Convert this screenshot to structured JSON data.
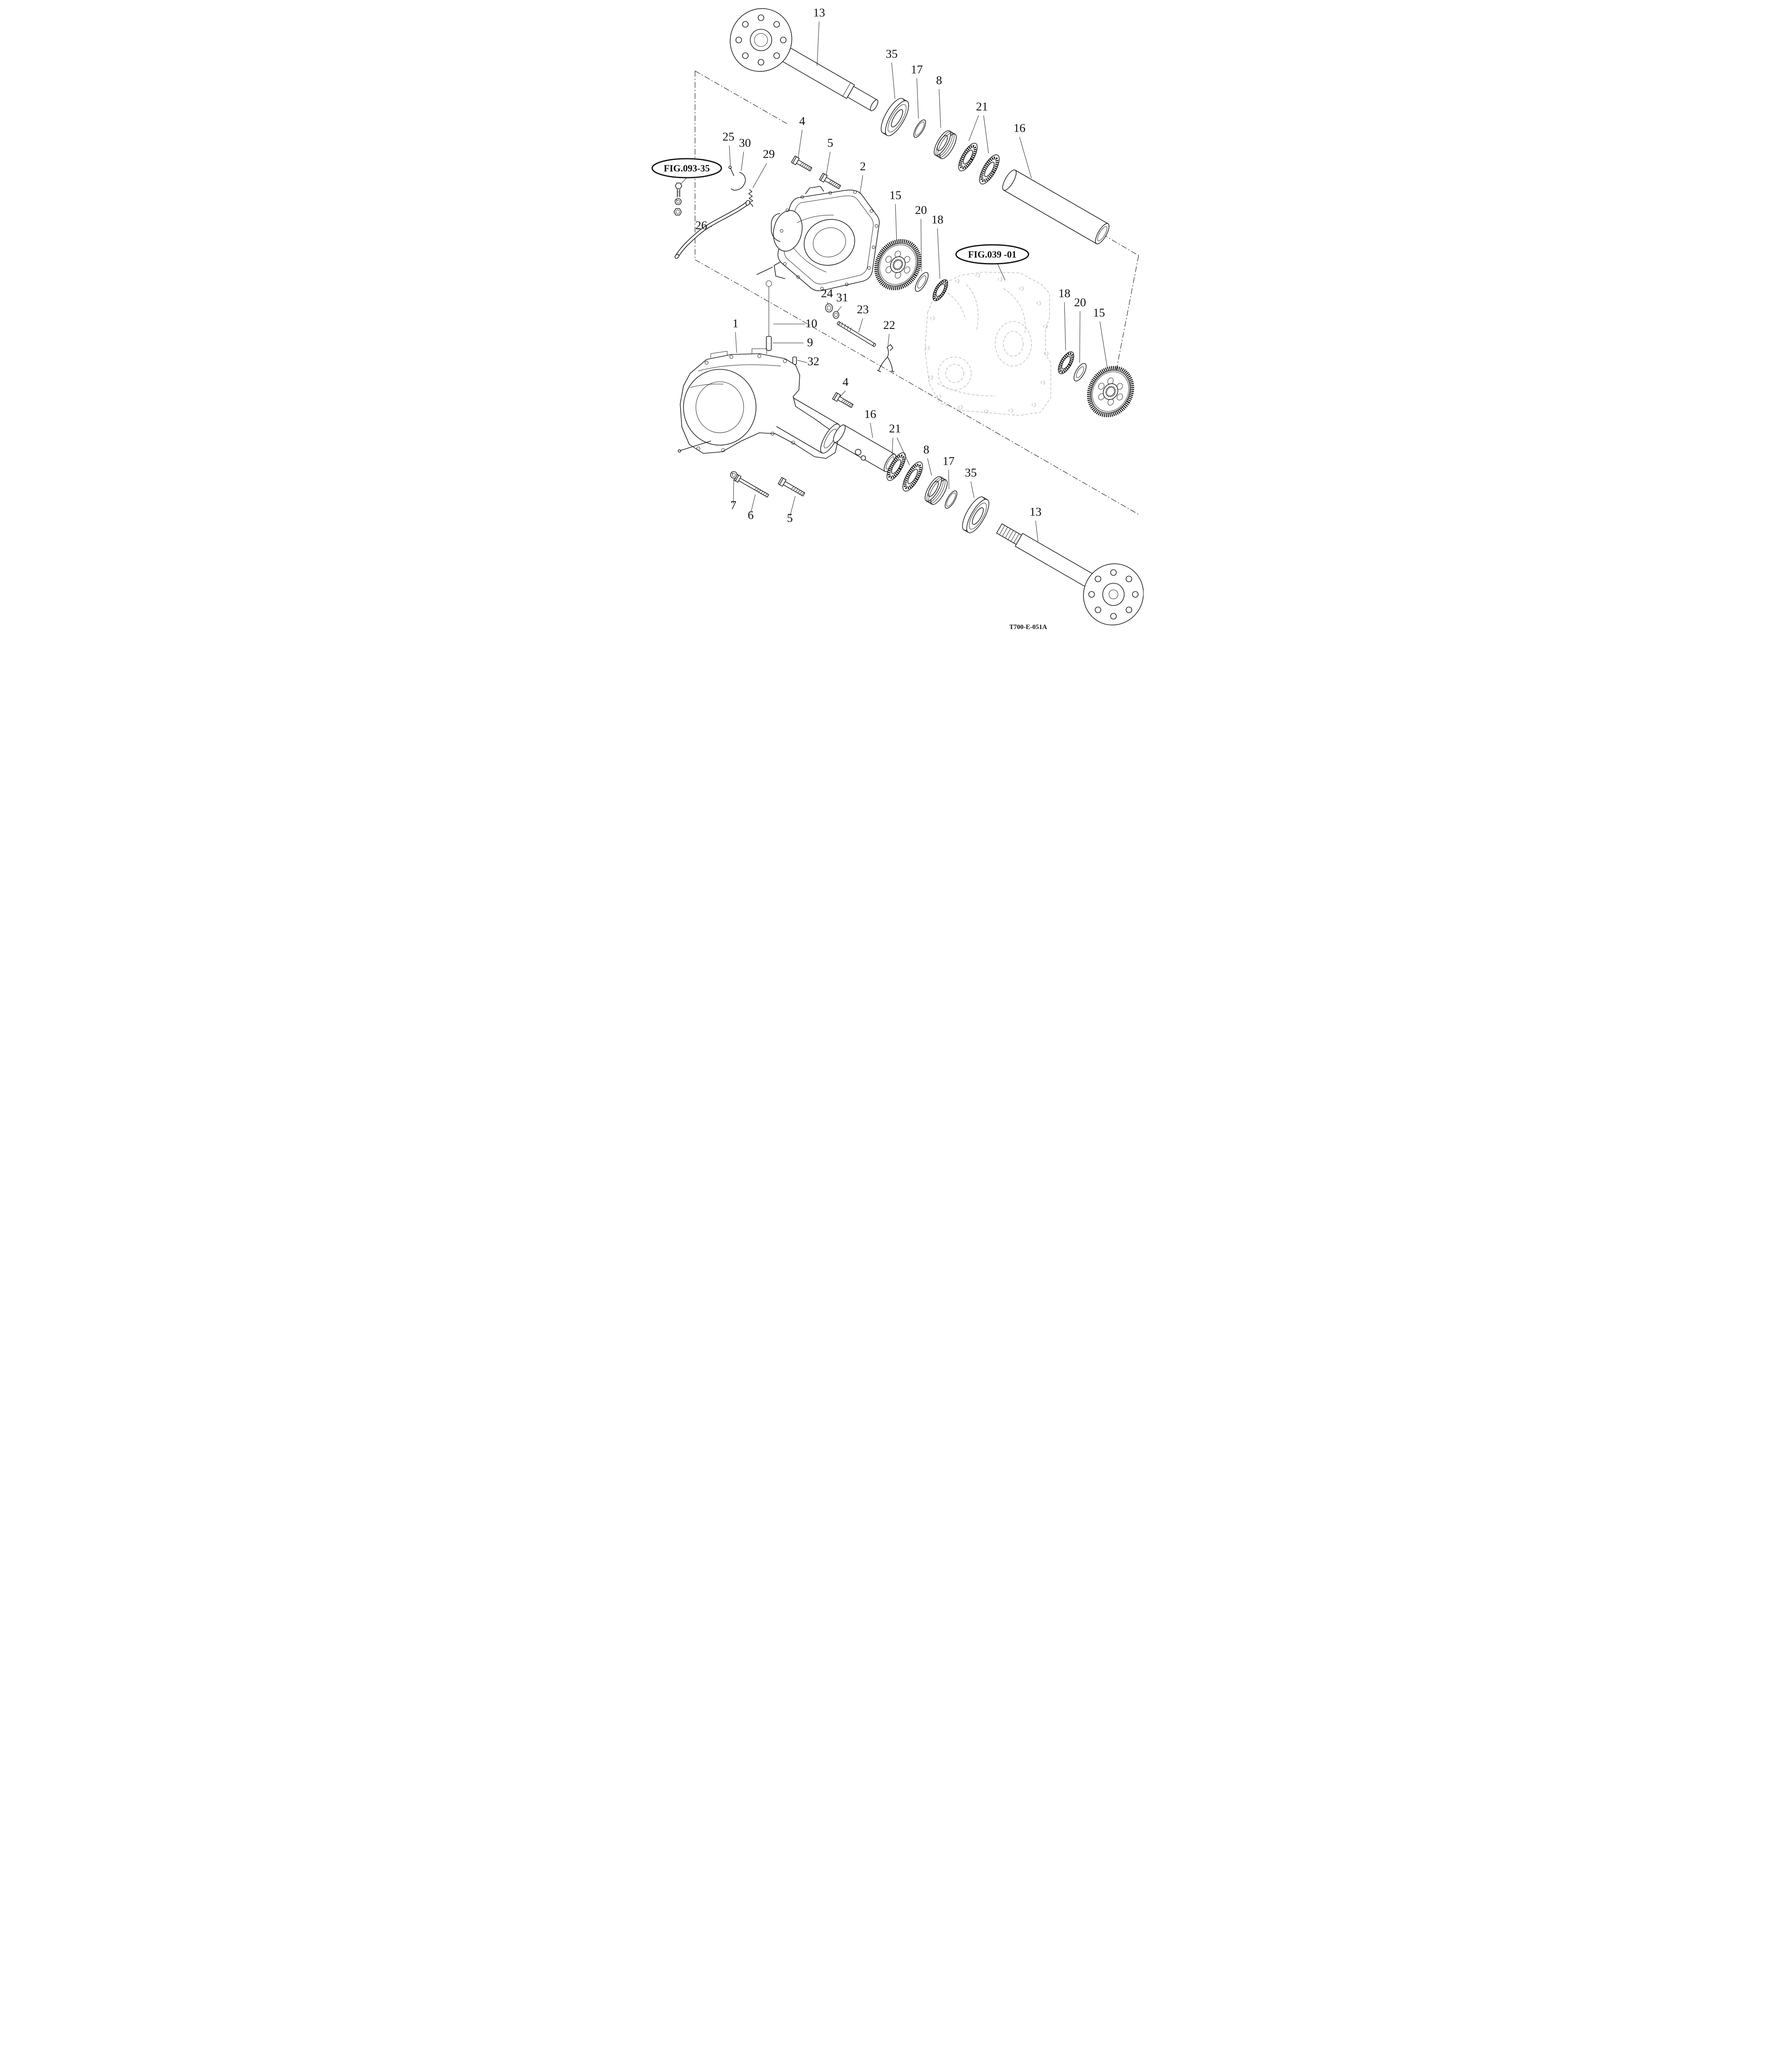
{
  "diagram": {
    "code": "T700-E-051A"
  },
  "figure_refs": {
    "fig_093_35": "FIG.093-35",
    "fig_039_01": "FIG.039 -01"
  },
  "callouts": {
    "c13_top": "13",
    "c35_top": "35",
    "c17_top": "17",
    "c8_top": "8",
    "c21_top": "21",
    "c16_top": "16",
    "c25": "25",
    "c30": "30",
    "c29": "29",
    "c4_top": "4",
    "c5_top": "5",
    "c2": "2",
    "c26": "26",
    "c15_left": "15",
    "c20_left": "20",
    "c18_left": "18",
    "c18_right": "18",
    "c20_right": "20",
    "c15_right": "15",
    "c1": "1",
    "c10": "10",
    "c9": "9",
    "c24": "24",
    "c31": "31",
    "c23": "23",
    "c22": "22",
    "c32": "32",
    "c4_bottom": "4",
    "c16_bottom": "16",
    "c21_bottom": "21",
    "c8_bottom": "8",
    "c17_bottom": "17",
    "c35_bottom": "35",
    "c13_bottom": "13",
    "c7": "7",
    "c6": "6",
    "c5_bottom": "5"
  }
}
